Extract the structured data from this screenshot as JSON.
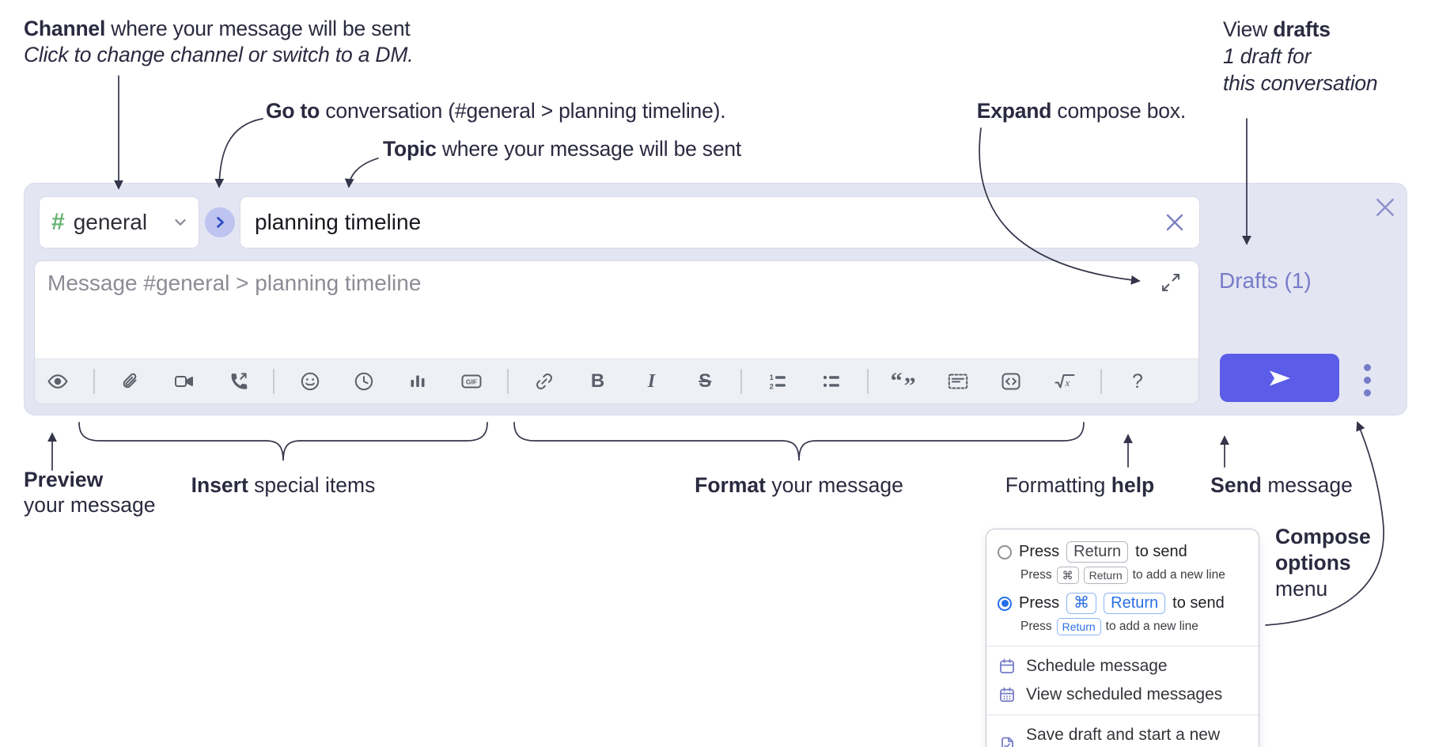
{
  "colors": {
    "accent": "#5b5ce7",
    "lavender": "#e3e5f2",
    "purple": "#777cc8",
    "hash-green": "#67b373",
    "radio-blue": "#2570e8",
    "key-blue": "#2a6fe3",
    "ink": "#2a2a40",
    "line": "#34344a",
    "icon-gray": "#5a5f6a"
  },
  "annotations": {
    "channel": {
      "bold": "Channel",
      "rest": " where your message will be sent",
      "sub": "Click to change channel or switch to a DM."
    },
    "go_to": {
      "bold": "Go to",
      "rest": " conversation (#general > planning timeline)."
    },
    "topic": {
      "bold": "Topic",
      "rest": " where your message will be sent"
    },
    "expand": {
      "bold": "Expand",
      "rest": " compose box."
    },
    "view_drafts": {
      "pre": "View ",
      "bold": "drafts",
      "line2": "1 draft for",
      "line3": "this conversation"
    },
    "preview": {
      "bold": "Preview",
      "line2": "your message"
    },
    "insert": {
      "bold": "Insert",
      "rest": " special items"
    },
    "format": {
      "bold": "Format",
      "rest": " your message"
    },
    "help": {
      "pre": "Formatting ",
      "bold": "help"
    },
    "send": {
      "bold": "Send",
      "rest": " message"
    },
    "compose_options": {
      "bold_line1": "Compose",
      "bold_line2": "options",
      "line3": "menu"
    }
  },
  "compose": {
    "channel": {
      "hash": "#",
      "name": "general"
    },
    "topic_value": "planning timeline",
    "message_placeholder": "Message #general > planning timeline",
    "drafts_link": "Drafts (1)",
    "toolbar": {
      "groups": [
        [
          "preview-eye"
        ],
        [
          "paperclip",
          "video-camera",
          "phone-call"
        ],
        [
          "emoji-smiley",
          "time-schedule",
          "poll-chart",
          "gif"
        ],
        [
          "link",
          "bold",
          "italic",
          "strikethrough"
        ],
        [
          "numbered-list",
          "bulleted-list"
        ],
        [
          "quote",
          "spoiler",
          "code",
          "math"
        ],
        [
          "formatting-help"
        ]
      ]
    }
  },
  "menu": {
    "options": [
      {
        "selected": false,
        "blue": false,
        "main": [
          {
            "t": "Press "
          },
          {
            "k": "Return"
          },
          {
            "t": " to send"
          }
        ],
        "sub": [
          {
            "t": "Press "
          },
          {
            "k": "⌘"
          },
          {
            "k": "Return"
          },
          {
            "t": " to add a new line"
          }
        ]
      },
      {
        "selected": true,
        "blue": true,
        "main": [
          {
            "t": "Press "
          },
          {
            "k": "⌘"
          },
          {
            "k": "Return"
          },
          {
            "t": " to send"
          }
        ],
        "sub": [
          {
            "t": "Press "
          },
          {
            "k": "Return"
          },
          {
            "t": " to add a new line"
          }
        ]
      }
    ],
    "items": [
      {
        "icon": "calendar-schedule",
        "label": "Schedule message"
      },
      {
        "icon": "calendar-view",
        "label": "View scheduled messages"
      },
      {
        "divider": true
      },
      {
        "icon": "draft-save",
        "label": "Save draft and start a new message"
      }
    ]
  }
}
